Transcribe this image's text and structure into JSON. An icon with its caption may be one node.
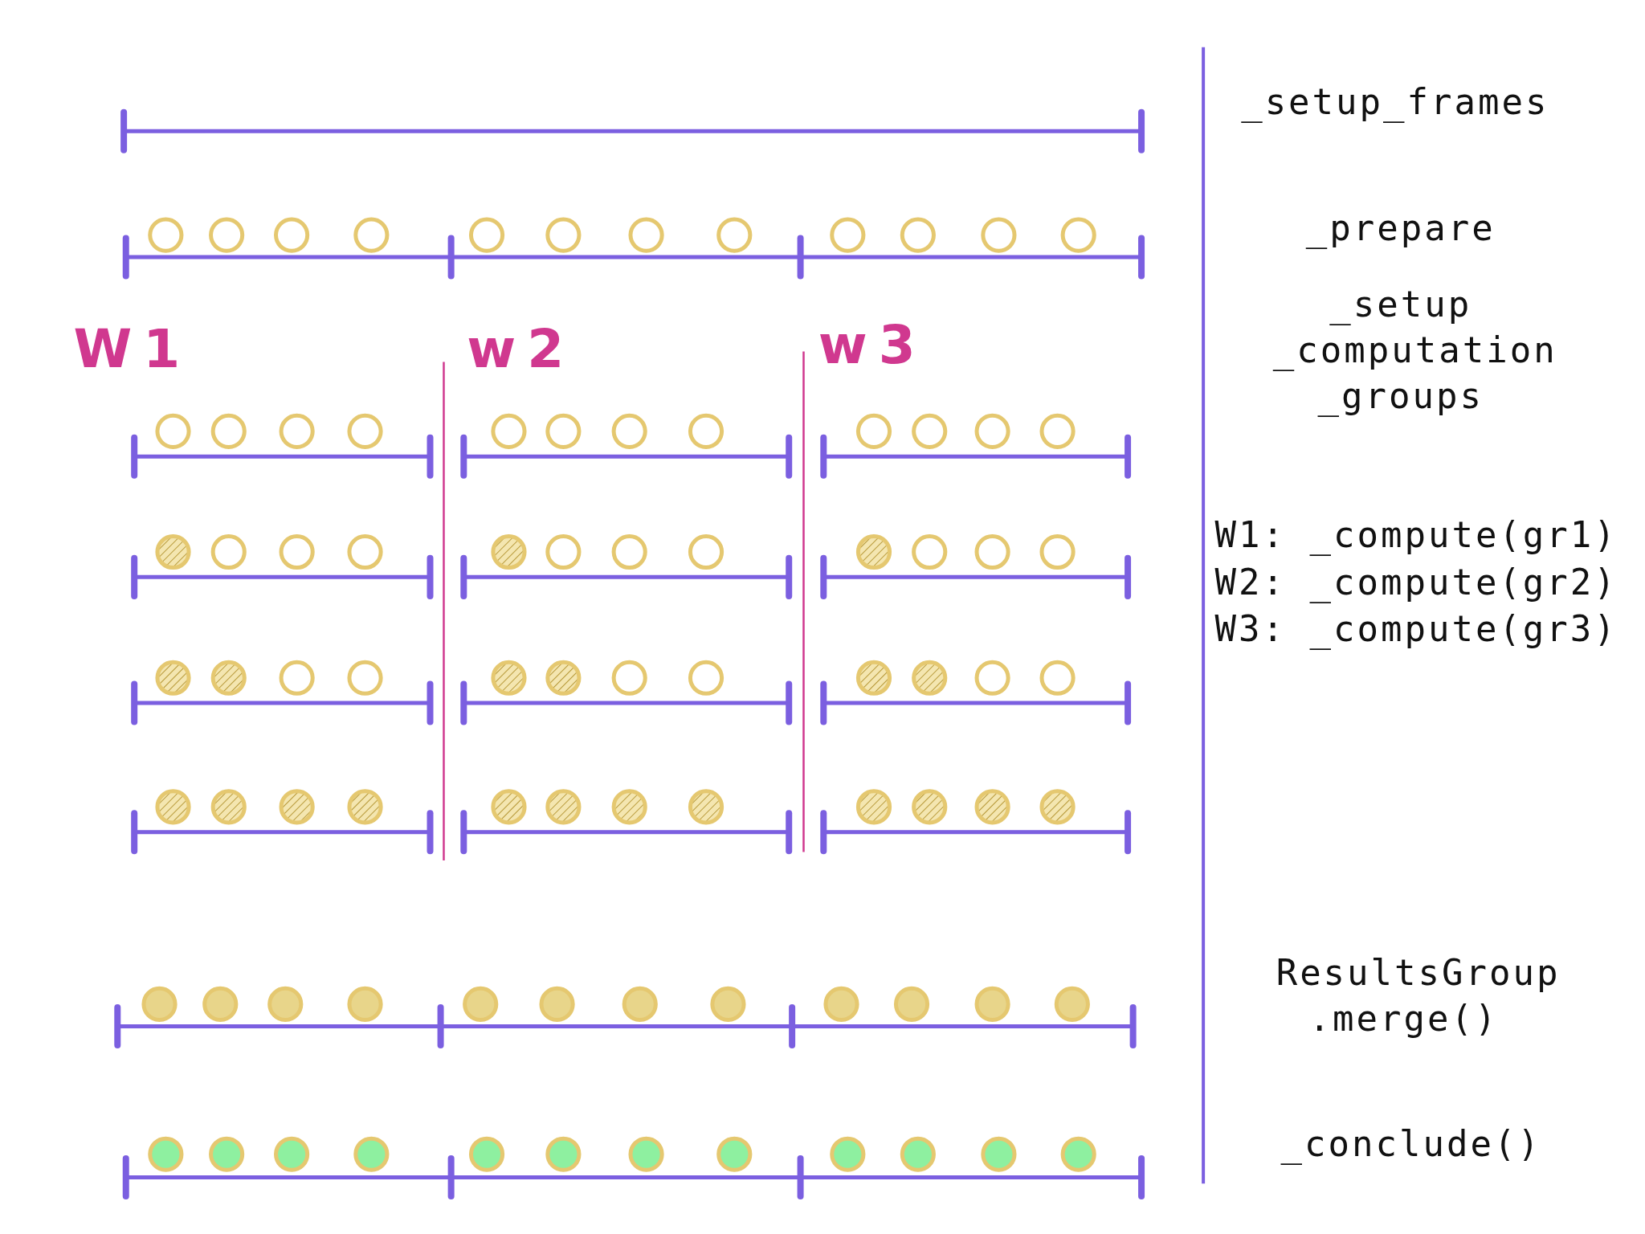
{
  "diagram": {
    "labels": [
      "_setup_frames",
      "_prepare",
      "W1",
      "w2",
      "w3",
      "_setup _computation _groups",
      "W1: _compute(gr1)",
      "W2: _compute(gr2)",
      "W3: _compute(gr3)",
      "ResultsGroup .merge()",
      "_conclude()"
    ]
  }
}
